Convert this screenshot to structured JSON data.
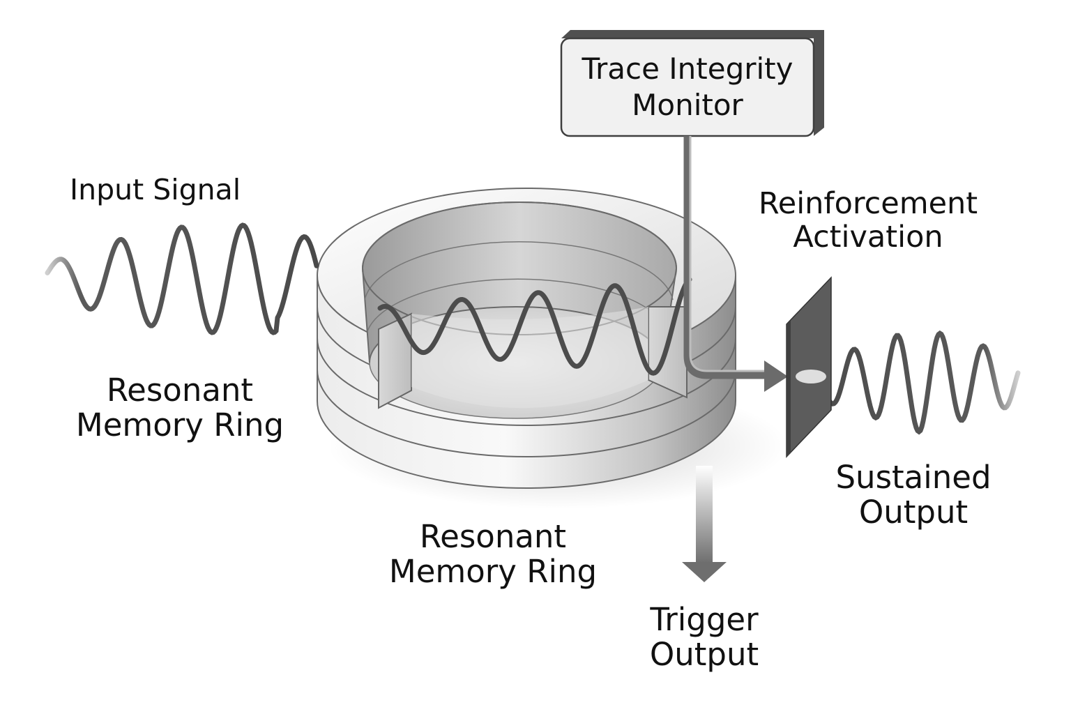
{
  "diagram": {
    "input_signal": "Input Signal",
    "memory_ring_left": [
      "Resonant",
      "Memory Ring"
    ],
    "memory_ring_bottom": [
      "Resonant",
      "Memory Ring"
    ],
    "trace_monitor": [
      "Trace Integrity",
      "Monitor"
    ],
    "reinforcement": [
      "Reinforcement",
      "Activation"
    ],
    "sustained_output": [
      "Sustained",
      "Output"
    ],
    "trigger_output": [
      "Trigger",
      "Output"
    ]
  }
}
